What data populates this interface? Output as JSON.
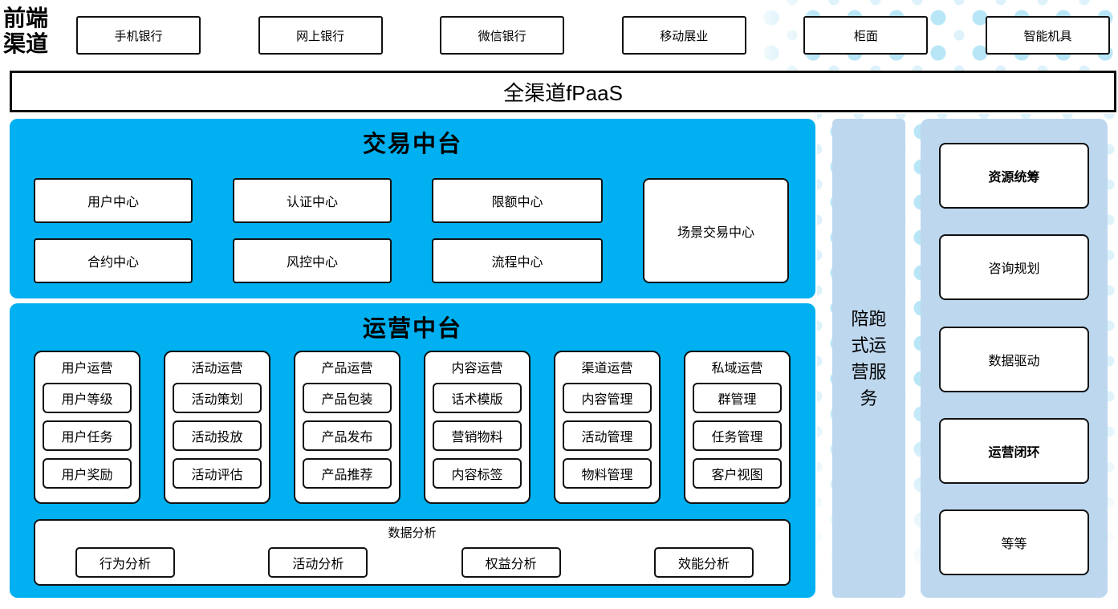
{
  "front_channels": {
    "label": "前端渠道",
    "items": [
      "手机银行",
      "网上银行",
      "微信银行",
      "移动展业",
      "柜面",
      "智能机具"
    ]
  },
  "fpaas_label": "全渠道fPaaS",
  "trade": {
    "title": "交易中台",
    "row1": [
      "用户中心",
      "认证中心",
      "限额中心"
    ],
    "row2": [
      "合约中心",
      "风控中心",
      "流程中心"
    ],
    "scene": "场景交易中心"
  },
  "ops": {
    "title": "运营中台",
    "groups": [
      {
        "title": "用户运营",
        "items": [
          "用户等级",
          "用户任务",
          "用户奖励"
        ]
      },
      {
        "title": "活动运营",
        "items": [
          "活动策划",
          "活动投放",
          "活动评估"
        ]
      },
      {
        "title": "产品运营",
        "items": [
          "产品包装",
          "产品发布",
          "产品推荐"
        ]
      },
      {
        "title": "内容运营",
        "items": [
          "话术模版",
          "营销物料",
          "内容标签"
        ]
      },
      {
        "title": "渠道运营",
        "items": [
          "内容管理",
          "活动管理",
          "物料管理"
        ]
      },
      {
        "title": "私域运营",
        "items": [
          "群管理",
          "任务管理",
          "客户视图"
        ]
      }
    ],
    "analytics": {
      "title": "数据分析",
      "items": [
        "行为分析",
        "活动分析",
        "权益分析",
        "效能分析"
      ]
    }
  },
  "side_service_label": "陪跑式运营服务",
  "right_panel": {
    "items": [
      {
        "label": "资源统筹",
        "emphasis": true
      },
      {
        "label": "咨询规划",
        "emphasis": false
      },
      {
        "label": "数据驱动",
        "emphasis": false
      },
      {
        "label": "运营闭环",
        "emphasis": true
      },
      {
        "label": "等等",
        "emphasis": false
      }
    ]
  },
  "colors": {
    "accent_blue": "#00B0F0",
    "panel_blue": "#BDD7EE",
    "dot_blue": "#B9E6F7",
    "dot_blue_light": "#DDF2FB",
    "border": "#111111"
  }
}
